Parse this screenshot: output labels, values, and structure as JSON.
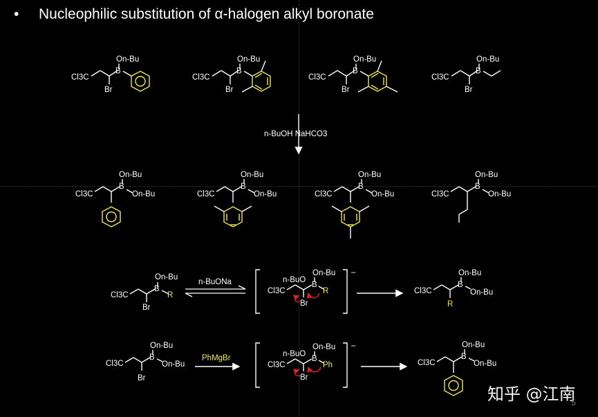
{
  "title": "Nucleophilic substitution of α-halogen alkyl boronate",
  "bullet": "•",
  "reagent_row1": "n-BuOH  NaHCO3",
  "reagent_alkoxide": "n-BuONa",
  "reagent_grignard": "PhMgBr",
  "watermark": "知乎 @江南",
  "page_number": "5",
  "labels": {
    "cl3c": "Cl3C",
    "br": "Br",
    "b": "B",
    "obu": "On-Bu",
    "nbuo": "n-BuO",
    "r": "R",
    "ph": "Ph",
    "minus": "–"
  },
  "colors": {
    "highlight": "#f2e94e",
    "arrow_red": "#e02020",
    "line": "#ffffff"
  }
}
